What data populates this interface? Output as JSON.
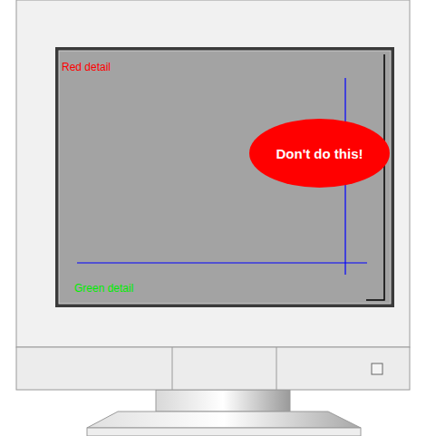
{
  "diagram": {
    "nodes": [
      {
        "text": [
          "Don't do this!"
        ]
      }
    ],
    "labels": [
      "Red detail",
      "Green detail"
    ]
  }
}
